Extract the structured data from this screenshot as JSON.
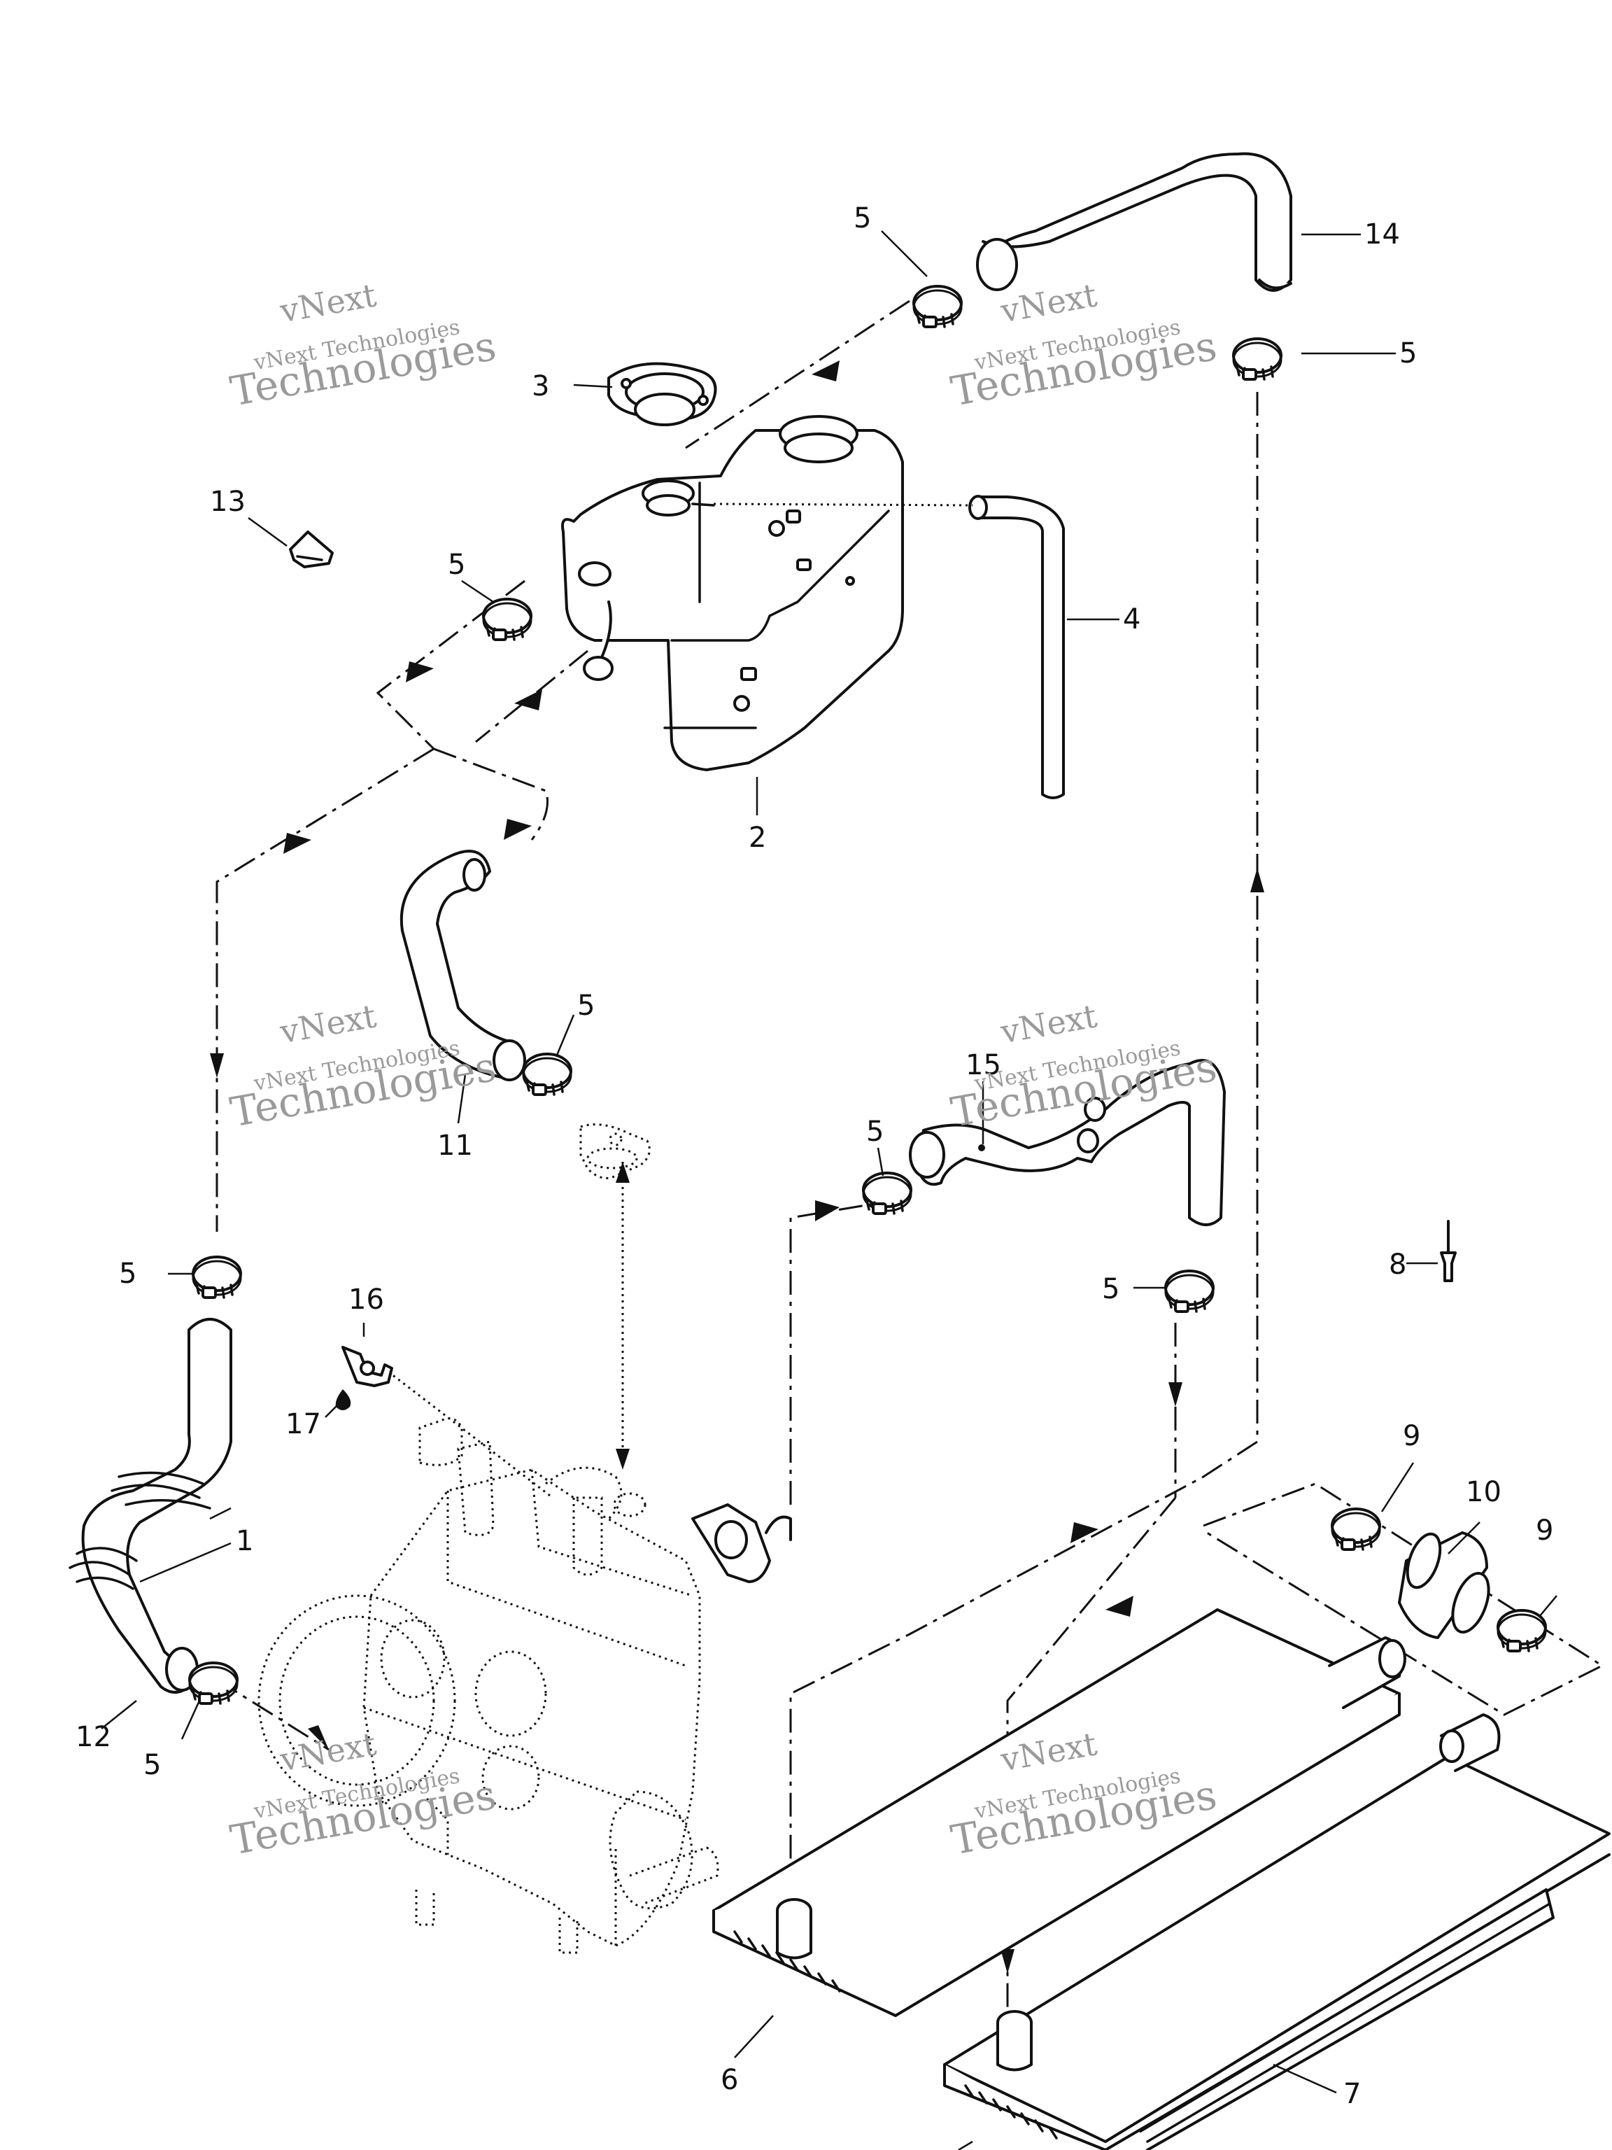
{
  "callouts": {
    "c1": "1",
    "c2": "2",
    "c3": "3",
    "c4": "4",
    "c5a": "5",
    "c5b": "5",
    "c5c": "5",
    "c5d": "5",
    "c5e": "5",
    "c5f": "5",
    "c5g": "5",
    "c5h": "5",
    "c6": "6",
    "c7": "7",
    "c8": "8",
    "c9a": "9",
    "c9b": "9",
    "c10": "10",
    "c11": "11",
    "c12": "12",
    "c13": "13",
    "c14": "14",
    "c15": "15",
    "c16": "16",
    "c17": "17"
  },
  "watermark": {
    "line1": "vNext",
    "line2": "vNext Technologies",
    "line3": "Technologies"
  }
}
